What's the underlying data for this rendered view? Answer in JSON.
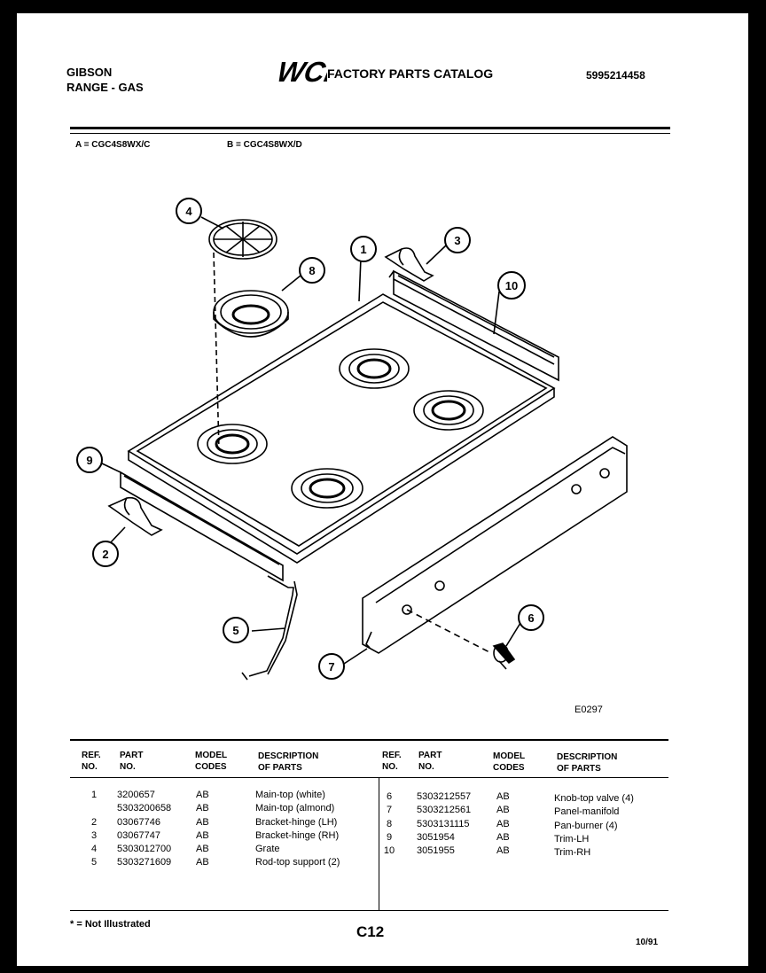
{
  "header": {
    "brand": "GIBSON",
    "product": "RANGE - GAS",
    "logo": "WCI",
    "catalog_title": "FACTORY PARTS CATALOG",
    "catalog_number": "5995214458"
  },
  "models": {
    "a": "A = CGC4S8WX/C",
    "b": "B = CGC4S8WX/D"
  },
  "diagram": {
    "code": "E0297",
    "callouts": [
      "1",
      "2",
      "3",
      "4",
      "5",
      "6",
      "7",
      "8",
      "9",
      "10"
    ]
  },
  "table": {
    "headers": {
      "ref": "REF.\nNO.",
      "part": "PART\nNO.",
      "model": "MODEL\nCODES",
      "desc": "DESCRIPTION\nOF PARTS"
    },
    "left_rows": [
      {
        "ref": "1",
        "part": "3200657",
        "model": "AB",
        "desc": "Main-top (white)"
      },
      {
        "ref": "",
        "part": "5303200658",
        "model": "AB",
        "desc": "Main-top (almond)"
      },
      {
        "ref": "2",
        "part": "03067746",
        "model": "AB",
        "desc": "Bracket-hinge (LH)"
      },
      {
        "ref": "3",
        "part": "03067747",
        "model": "AB",
        "desc": "Bracket-hinge (RH)"
      },
      {
        "ref": "4",
        "part": "5303012700",
        "model": "AB",
        "desc": "Grate"
      },
      {
        "ref": "5",
        "part": "5303271609",
        "model": "AB",
        "desc": "Rod-top support (2)"
      }
    ],
    "right_rows": [
      {
        "ref": "6",
        "part": "5303212557",
        "model": "AB",
        "desc": "Knob-top valve (4)"
      },
      {
        "ref": "7",
        "part": "5303212561",
        "model": "AB",
        "desc": "Panel-manifold"
      },
      {
        "ref": "8",
        "part": "5303131115",
        "model": "AB",
        "desc": "Pan-burner (4)"
      },
      {
        "ref": "9",
        "part": "3051954",
        "model": "AB",
        "desc": "Trim-LH"
      },
      {
        "ref": "10",
        "part": "3051955",
        "model": "AB",
        "desc": "Trim-RH"
      }
    ]
  },
  "footer": {
    "note": "* = Not Illustrated",
    "page": "C12",
    "date": "10/91"
  }
}
